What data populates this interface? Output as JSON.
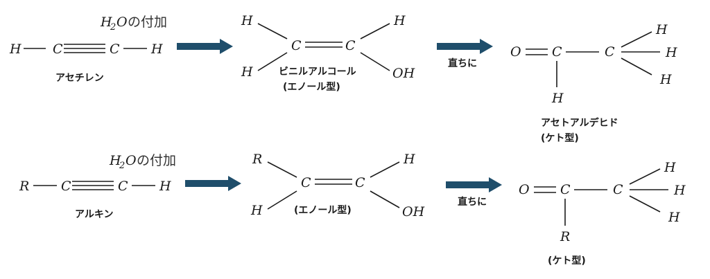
{
  "row1": {
    "addition": {
      "formula": "H",
      "subscript": "2",
      "tail": "O",
      "text": "の付加"
    },
    "acetylene": {
      "left": "H",
      "c1": "C",
      "c2": "C",
      "right": "H",
      "name": "アセチレン"
    },
    "enol": {
      "c1": "C",
      "c2": "C",
      "h_top_left": "H",
      "h_bottom_left": "H",
      "h_top_right": "H",
      "oh": "OH",
      "name": "ビニルアルコール",
      "type": "(エノール型)"
    },
    "condition": "直ちに",
    "keto": {
      "o": "O",
      "c1": "C",
      "c2": "C",
      "h_bottom": "H",
      "h_right_top": "H",
      "h_right_mid": "H",
      "h_right_bottom": "H",
      "name": "アセトアルデヒド",
      "type": "(ケト型)"
    }
  },
  "row2": {
    "addition": {
      "formula": "H",
      "subscript": "2",
      "tail": "O",
      "text": "の付加"
    },
    "alkyne": {
      "left": "R",
      "c1": "C",
      "c2": "C",
      "right": "H",
      "name": "アルキン"
    },
    "enol": {
      "c1": "C",
      "c2": "C",
      "r_top_left": "R",
      "h_bottom_left": "H",
      "h_top_right": "H",
      "oh": "OH",
      "type": "(エノール型)"
    },
    "condition": "直ちに",
    "keto": {
      "o": "O",
      "c1": "C",
      "c2": "C",
      "r_bottom": "R",
      "h_right_top": "H",
      "h_right_mid": "H",
      "h_right_bottom": "H",
      "type": "(ケト型)"
    }
  },
  "colors": {
    "arrow": "#1f4e6b",
    "text": "#1a1a1a"
  }
}
